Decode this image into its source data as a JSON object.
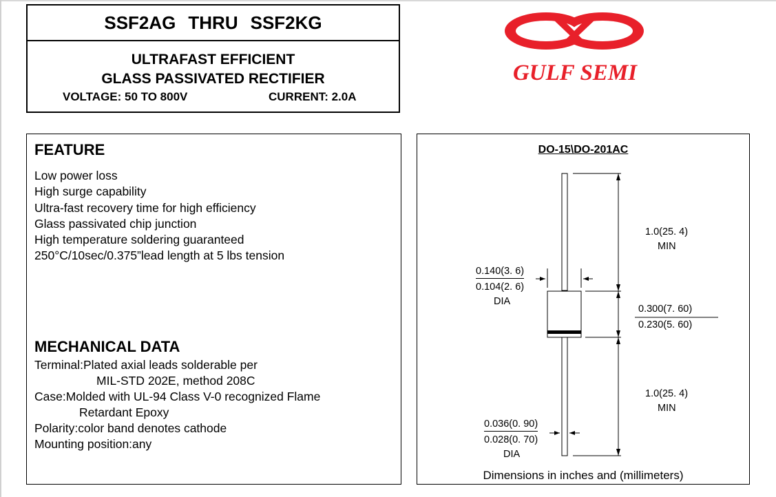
{
  "header": {
    "part_from": "SSF2AG",
    "thru": "THRU",
    "part_to": "SSF2KG",
    "line1": "ULTRAFAST EFFICIENT",
    "line2": "GLASS PASSIVATED RECTIFIER",
    "voltage": "VOLTAGE: 50  TO  800V",
    "current": "CURRENT: 2.0A"
  },
  "logo": {
    "text": "GULF SEMI",
    "color": "#e8202a"
  },
  "feature": {
    "heading": "FEATURE",
    "items": [
      "Low power loss",
      "High surge capability",
      "Ultra-fast recovery time for high efficiency",
      "Glass passivated chip junction",
      "High temperature soldering guaranteed",
      "250°C/10sec/0.375”lead length at 5 lbs tension"
    ]
  },
  "mechanical": {
    "heading": "MECHANICAL DATA",
    "terminal": "Terminal:Plated axial leads solderable per",
    "terminal_cont": "MIL-STD 202E, method 208C",
    "case": "Case:Molded with UL-94 Class V-0 recognized Flame",
    "case_cont": "Retardant Epoxy",
    "polarity": "Polarity:color band denotes cathode",
    "mounting": "Mounting position:any"
  },
  "package": {
    "title": "DO-15\\DO-201AC",
    "lead_len_top": "1.0(25. 4)",
    "lead_len_top_unit": "MIN",
    "body_dia_max": "0.140(3. 6)",
    "body_dia_min": "0.104(2. 6)",
    "body_dia_unit": "DIA",
    "body_len_max": "0.300(7. 60)",
    "body_len_min": "0.230(5. 60)",
    "lead_len_bottom": "1.0(25. 4)",
    "lead_len_bottom_unit": "MIN",
    "lead_dia_max": "0.036(0. 90)",
    "lead_dia_min": "0.028(0. 70)",
    "lead_dia_unit": "DIA",
    "footer": "Dimensions in inches and (millimeters)"
  }
}
